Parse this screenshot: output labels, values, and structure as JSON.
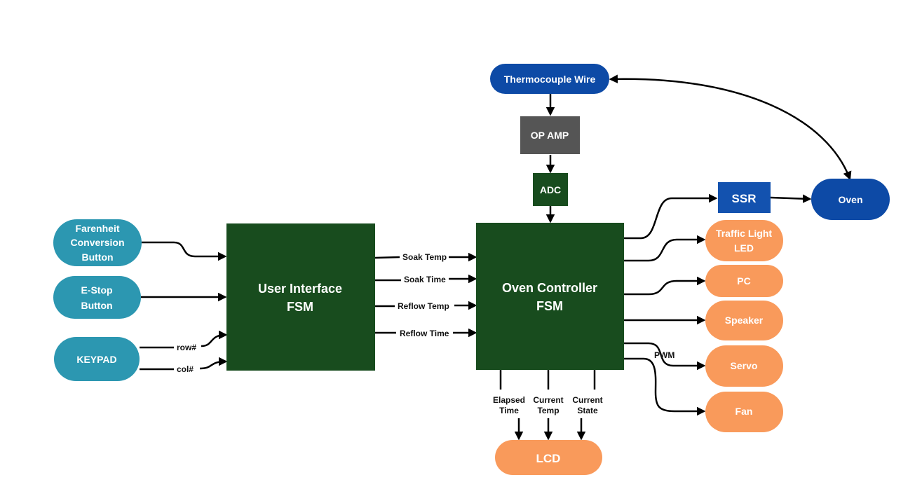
{
  "colors": {
    "teal": "#2C97B1",
    "dark_green": "#184C1E",
    "dark_blue": "#0D4AA6",
    "ssr_blue": "#1352AF",
    "orange": "#F99A5B",
    "gray": "#555555",
    "wire": "#000000"
  },
  "nodes": {
    "thermocouple": "Thermocouple Wire",
    "op_amp": "OP AMP",
    "adc": "ADC",
    "ssr": "SSR",
    "oven": "Oven",
    "farenheit_line1": "Farenheit",
    "farenheit_line2": "Conversion",
    "farenheit_line3": "Button",
    "estop_line1": "E-Stop",
    "estop_line2": "Button",
    "keypad": "KEYPAD",
    "ui_fsm_line1": "User Interface",
    "ui_fsm_line2": "FSM",
    "oven_fsm_line1": "Oven Controller",
    "oven_fsm_line2": "FSM",
    "traffic_line1": "Traffic Light",
    "traffic_line2": "LED",
    "pc": "PC",
    "speaker": "Speaker",
    "servo": "Servo",
    "fan": "Fan",
    "lcd": "LCD"
  },
  "edge_labels": {
    "row": "row#",
    "col": "col#",
    "soak_temp": "Soak Temp",
    "soak_time": "Soak Time",
    "reflow_temp": "Reflow Temp",
    "reflow_time": "Reflow Time",
    "pwm": "PWM",
    "elapsed_line1": "Elapsed",
    "elapsed_line2": "Time",
    "current_temp_line1": "Current",
    "current_temp_line2": "Temp",
    "current_state_line1": "Current",
    "current_state_line2": "State"
  }
}
